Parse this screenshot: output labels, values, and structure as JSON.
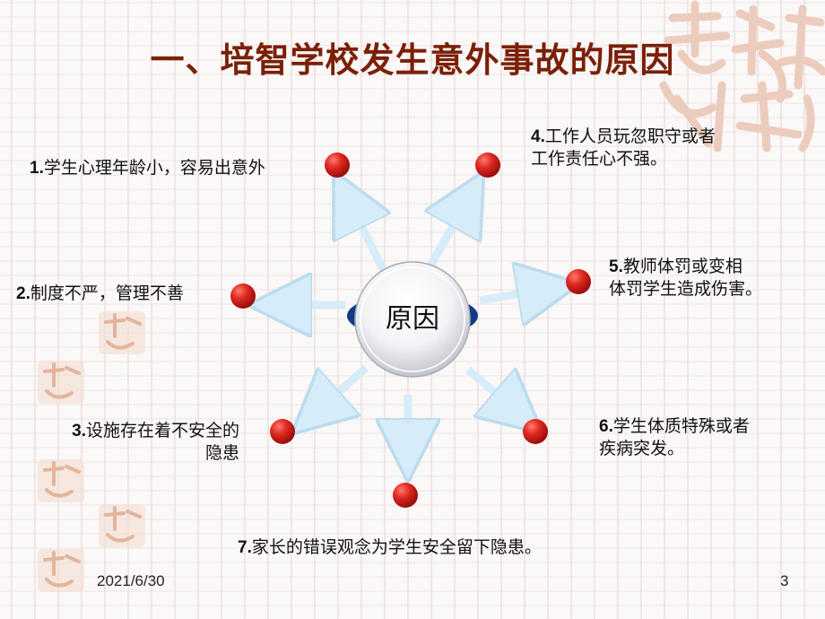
{
  "slide": {
    "title": "一、培智学校发生意外事故的原因",
    "center_label": "原因",
    "reasons": [
      {
        "num": "1.",
        "text": "学生心理年龄小，容易出意外"
      },
      {
        "num": "2.",
        "text": "制度不严，管理不善"
      },
      {
        "num": "3.",
        "text": "设施存在着不安全的",
        "text2": "隐患"
      },
      {
        "num": "4.",
        "text": "工作人员玩忽职守或者",
        "text2": "工作责任心不强。"
      },
      {
        "num": "5.",
        "text": "教师体罚或变相",
        "text2": "体罚学生造成伤害。"
      },
      {
        "num": "6.",
        "text": "学生体质特殊或者",
        "text2": "疾病突发。"
      },
      {
        "num": "7.",
        "text": "家长的错误观念为学生安全留下隐患。"
      }
    ]
  },
  "footer": {
    "date": "2021/6/30",
    "page": "3"
  },
  "colors": {
    "title": "#7a2006",
    "dot": "#d81e1e",
    "arrow": "#cfe8f7",
    "deco": "#e9c7b6"
  }
}
